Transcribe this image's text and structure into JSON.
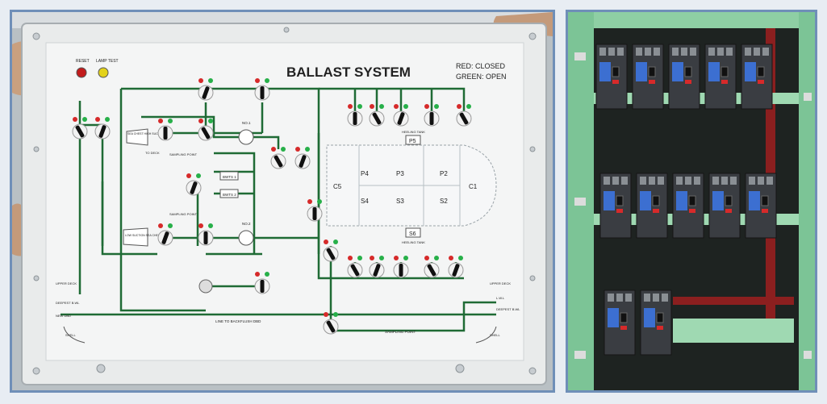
{
  "panel": {
    "title": "BALLAST SYSTEM",
    "legend_red": "RED:   CLOSED",
    "legend_green": "GREEN:   OPEN",
    "reset_label": "RESET",
    "lamp_test_label": "LAMP TEST",
    "sea_chest_high": "SEA CHEST HIGH SUCTION",
    "sea_chest_low": "LOW SUCTION SEA CHEST",
    "to_deck": "TO DECK",
    "sampling_point_1": "SAMPLING POINT",
    "sampling_point_2": "SAMPLING POINT",
    "sampling_point_3": "SAMPLING POINT",
    "bwts1": "BWTS 1",
    "bwts2": "BWTS 2",
    "pump1": "NO.1",
    "pump2": "NO.2",
    "heeling_top": "HEELING TANK",
    "heeling_bottom": "HEELING TANK",
    "p5": "P5",
    "s6": "S6",
    "tanks": {
      "p4": "P4",
      "p3": "P3",
      "p2": "P2",
      "s4": "S4",
      "s3": "S3",
      "s2": "S2",
      "c5": "C5",
      "c1": "C1"
    },
    "upper_deck_left": "UPPER DECK",
    "upper_deck_right": "UPPER DECK",
    "deepest_left": "DEEPEST B.WL",
    "deepest_right": "DEEPEST B.WL",
    "lwl_right": "L.W.L",
    "new_dbd": "NEW DBD",
    "shell_left": "SHELL",
    "shell_right": "SHELL",
    "line_backflush": "LINE TO BACKFLUSH DBD"
  },
  "colors": {
    "pipe": "#1f6b35",
    "panel": "#f4f5f5",
    "led_red": "#d62a2a",
    "led_green": "#27b049",
    "cabinet": "#7fc598"
  }
}
